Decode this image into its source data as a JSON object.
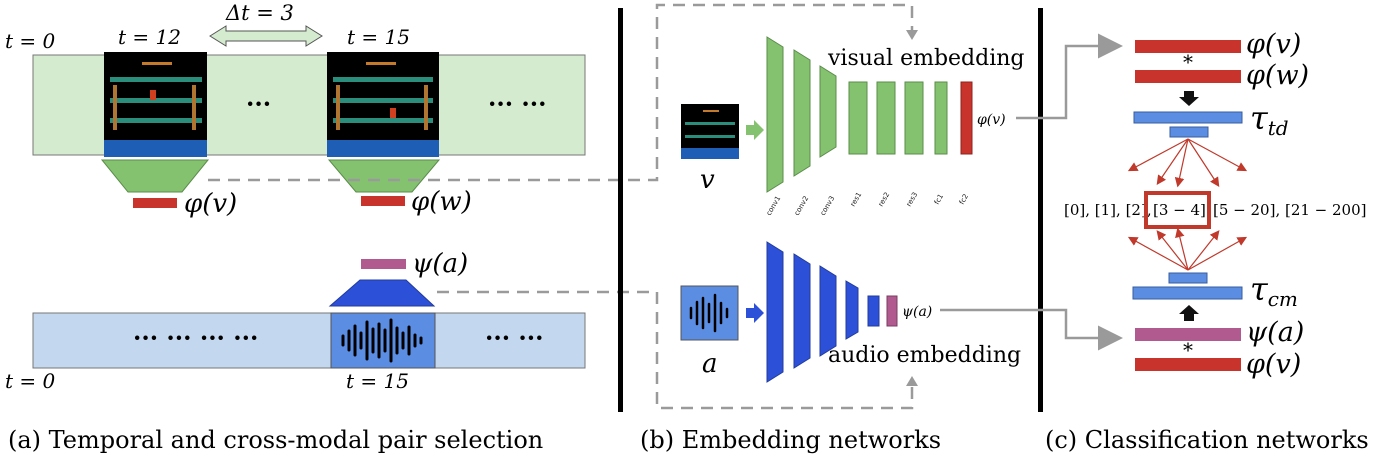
{
  "panel_a": {
    "caption": "(a) Temporal and cross-modal pair selection",
    "delta_label": "Δt = 3",
    "t0_label_top": "t = 0",
    "t12_label": "t = 12",
    "t15_label_top": "t = 15",
    "ellipsis_mid": "···",
    "ellipsis_right_top": "··· ···",
    "phi_v_label": "φ(v)",
    "phi_w_label": "φ(w)",
    "psi_a_label": "ψ(a)",
    "ellipsis_left_bottom": "··· ··· ··· ···",
    "ellipsis_right_bottom": "··· ···",
    "t0_label_bottom": "t = 0",
    "t15_label_bottom": "t = 15"
  },
  "panel_b": {
    "caption": "(b) Embedding networks",
    "visual_title": "visual embedding",
    "audio_title": "audio embedding",
    "v_label": "v",
    "a_label": "a",
    "phi_v_out": "φ(v)",
    "psi_a_out": "ψ(a)",
    "layer_labels": [
      "conv1",
      "conv2",
      "conv3",
      "res1",
      "res2",
      "res3",
      "fc1",
      "fc2"
    ]
  },
  "panel_c": {
    "caption": "(c) Classification networks",
    "phi_v_top": "φ(v)",
    "phi_w_top": "φ(w)",
    "star_top": "*",
    "tau_td": "τ_td",
    "classes": [
      "[0], [1], [2],",
      "[3 − 4]",
      "[5 − 20], [21 − 200]"
    ],
    "tau_cm": "τ_cm",
    "psi_a_bottom": "ψ(a)",
    "star_bottom": "*",
    "phi_v_bottom": "φ(v)"
  },
  "colors": {
    "green_fill": "#d4ebcf",
    "green_net": "#84c26f",
    "blue_fill": "#c3d8ef",
    "blue_net": "#2d50d8",
    "red_bar": "#c8342b",
    "pink_bar": "#b05a8f",
    "light_blue_bar": "#5b8de3",
    "gray_line": "#9a9a9a",
    "arrow_red": "#c0392b"
  }
}
